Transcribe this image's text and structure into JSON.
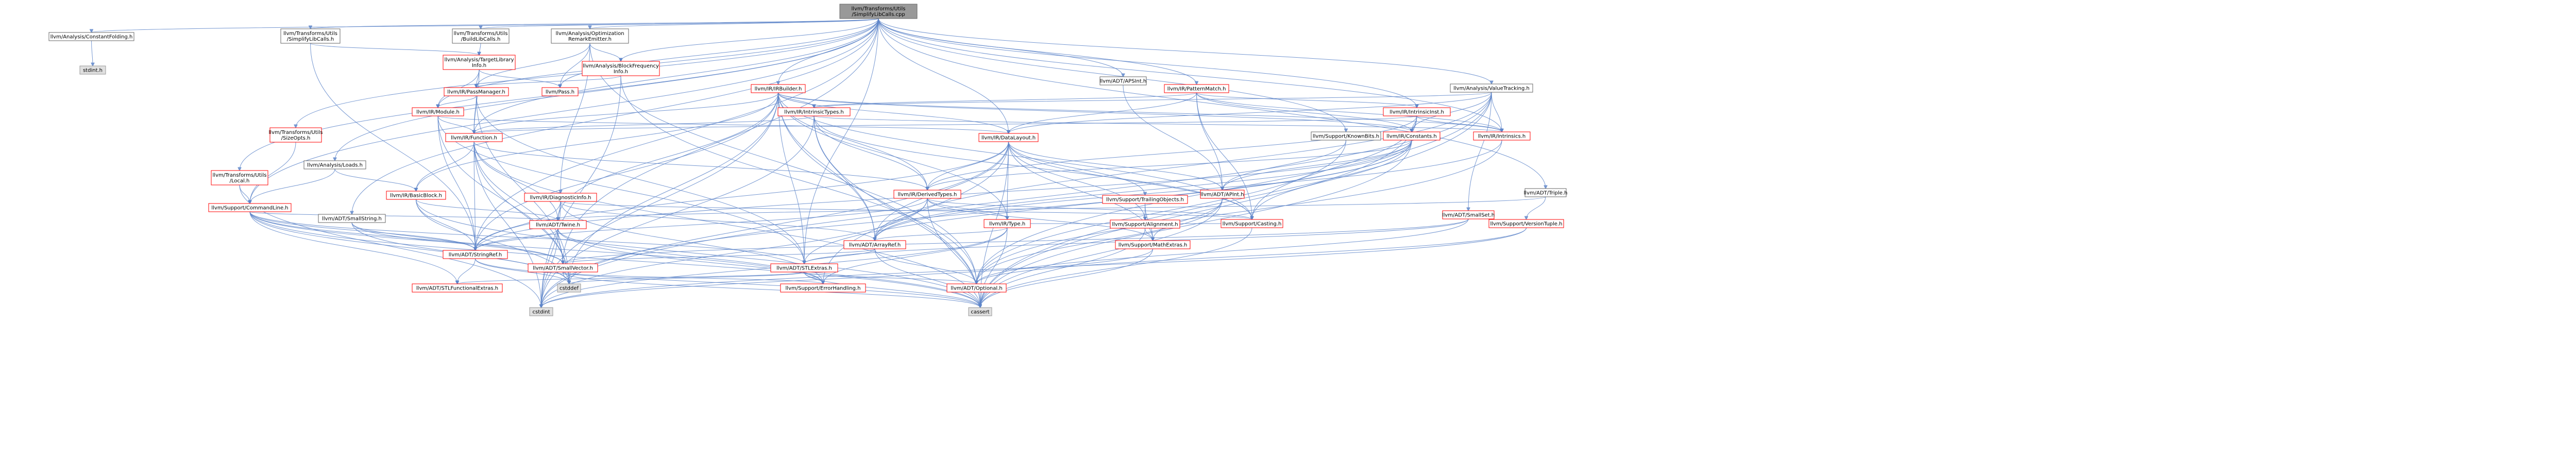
{
  "colors": {
    "edge": "#5e85c9",
    "node_fill": "#ffffff",
    "node_stroke": "#666666",
    "red_node_stroke": "#ff0000",
    "root_fill": "#999999",
    "system_fill": "#e0e0e0",
    "system_stroke": "#999999"
  },
  "nodes": [
    {
      "id": "root",
      "label": "llvm/Transforms/Utils\n/SimplifyLibCalls.cpp",
      "kind": "root"
    },
    {
      "id": "constfold",
      "label": "llvm/Analysis/ConstantFolding.h",
      "kind": "plain"
    },
    {
      "id": "stdint",
      "label": "stdint.h",
      "kind": "system"
    },
    {
      "id": "simplifylibcalls_h",
      "label": "llvm/Transforms/Utils\n/SimplifyLibCalls.h",
      "kind": "plain"
    },
    {
      "id": "buildlibcalls",
      "label": "llvm/Transforms/Utils\n/BuildLibCalls.h",
      "kind": "plain"
    },
    {
      "id": "optremark",
      "label": "llvm/Analysis/Optimization\nRemarkEmitter.h",
      "kind": "plain"
    },
    {
      "id": "targetlib",
      "label": "llvm/Analysis/TargetLibrary\nInfo.h",
      "kind": "red"
    },
    {
      "id": "blockfreq",
      "label": "llvm/Analysis/BlockFrequency\nInfo.h",
      "kind": "red"
    },
    {
      "id": "passmanager",
      "label": "llvm/IR/PassManager.h",
      "kind": "red"
    },
    {
      "id": "pass",
      "label": "llvm/Pass.h",
      "kind": "red"
    },
    {
      "id": "sizeopts",
      "label": "llvm/Transforms/Utils\n/SizeOpts.h",
      "kind": "red"
    },
    {
      "id": "module",
      "label": "llvm/IR/Module.h",
      "kind": "red"
    },
    {
      "id": "irbuilder",
      "label": "llvm/IR/IRBuilder.h",
      "kind": "red"
    },
    {
      "id": "intrinsictypes",
      "label": "llvm/IR/IntrinsicTypes.h",
      "kind": "red"
    },
    {
      "id": "function",
      "label": "llvm/IR/Function.h",
      "kind": "red"
    },
    {
      "id": "tulocal",
      "label": "llvm/Transforms/Utils\n/Local.h",
      "kind": "red"
    },
    {
      "id": "loads",
      "label": "llvm/Analysis/Loads.h",
      "kind": "plain"
    },
    {
      "id": "basicblock",
      "label": "llvm/IR/BasicBlock.h",
      "kind": "red"
    },
    {
      "id": "cmdline",
      "label": "llvm/Support/CommandLine.h",
      "kind": "red"
    },
    {
      "id": "smallstring",
      "label": "llvm/ADT/SmallString.h",
      "kind": "plain"
    },
    {
      "id": "diaginfo",
      "label": "llvm/IR/DiagnosticInfo.h",
      "kind": "red"
    },
    {
      "id": "twine",
      "label": "llvm/ADT/Twine.h",
      "kind": "red"
    },
    {
      "id": "stringref",
      "label": "llvm/ADT/StringRef.h",
      "kind": "red"
    },
    {
      "id": "stlfunc",
      "label": "llvm/ADT/STLFunctionalExtras.h",
      "kind": "red"
    },
    {
      "id": "smallvector",
      "label": "llvm/ADT/SmallVector.h",
      "kind": "red"
    },
    {
      "id": "cstddef",
      "label": "cstddef",
      "kind": "system"
    },
    {
      "id": "cstdint",
      "label": "cstdint",
      "kind": "system"
    },
    {
      "id": "cassert",
      "label": "cassert",
      "kind": "system"
    },
    {
      "id": "stlextras",
      "label": "llvm/ADT/STLExtras.h",
      "kind": "red"
    },
    {
      "id": "errhandling",
      "label": "llvm/Support/ErrorHandling.h",
      "kind": "red"
    },
    {
      "id": "optional",
      "label": "llvm/ADT/Optional.h",
      "kind": "red"
    },
    {
      "id": "arrayref",
      "label": "llvm/ADT/ArrayRef.h",
      "kind": "red"
    },
    {
      "id": "derivedtypes",
      "label": "llvm/IR/DerivedTypes.h",
      "kind": "red"
    },
    {
      "id": "datalayout",
      "label": "llvm/IR/DataLayout.h",
      "kind": "red"
    },
    {
      "id": "irtype",
      "label": "llvm/IR/Type.h",
      "kind": "red"
    },
    {
      "id": "trailingobj",
      "label": "llvm/Support/TrailingObjects.h",
      "kind": "red"
    },
    {
      "id": "alignment",
      "label": "llvm/Support/Alignment.h",
      "kind": "red"
    },
    {
      "id": "mathextras",
      "label": "llvm/Support/MathExtras.h",
      "kind": "red"
    },
    {
      "id": "casting",
      "label": "llvm/Support/Casting.h",
      "kind": "red"
    },
    {
      "id": "adtapfloat",
      "label": "llvm/ADT/APSInt.h",
      "kind": "plain"
    },
    {
      "id": "apint",
      "label": "llvm/ADT/APInt.h",
      "kind": "red"
    },
    {
      "id": "patternmatch",
      "label": "llvm/IR/PatternMatch.h",
      "kind": "red"
    },
    {
      "id": "knownbits",
      "label": "llvm/Support/KnownBits.h",
      "kind": "plain"
    },
    {
      "id": "intrinsicinst",
      "label": "llvm/IR/IntrinsicInst.h",
      "kind": "red"
    },
    {
      "id": "constants",
      "label": "llvm/IR/Constants.h",
      "kind": "red"
    },
    {
      "id": "intrinsics",
      "label": "llvm/IR/Intrinsics.h",
      "kind": "red"
    },
    {
      "id": "valuetracking",
      "label": "llvm/Analysis/ValueTracking.h",
      "kind": "plain"
    },
    {
      "id": "triple",
      "label": "llvm/ADT/Triple.h",
      "kind": "plain"
    },
    {
      "id": "smallset",
      "label": "llvm/ADT/SmallSet.h",
      "kind": "red"
    },
    {
      "id": "versiontuple",
      "label": "llvm/Support/VersionTuple.h",
      "kind": "red"
    }
  ]
}
